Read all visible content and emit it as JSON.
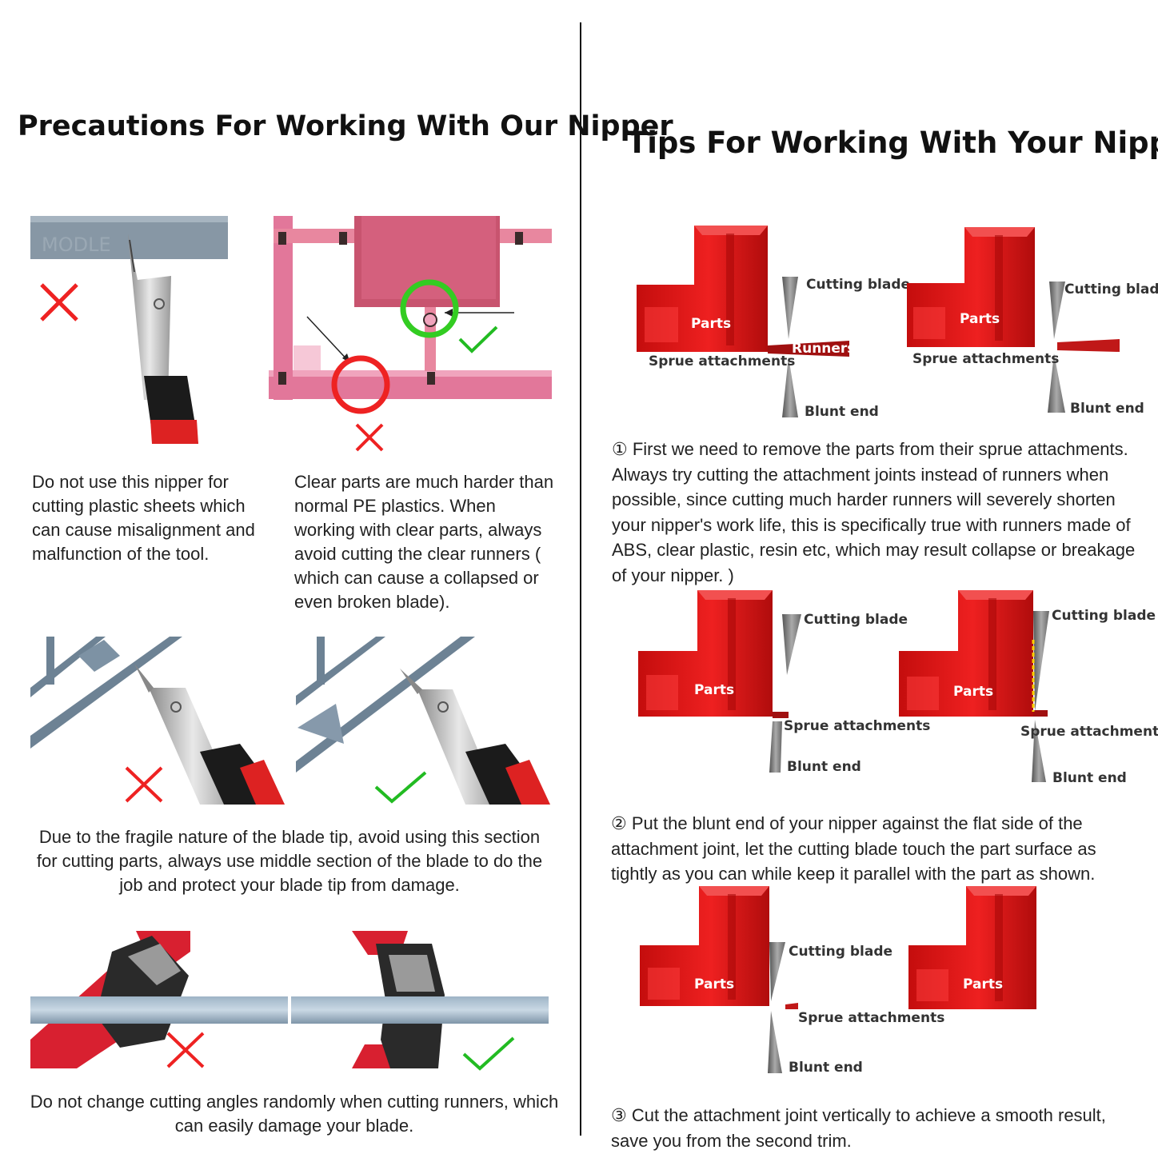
{
  "left": {
    "title": "Precautions For Working With Our Nipper",
    "plastic_sheet_text": "MODLE",
    "para_sheet": "Do not use this nipper for cutting plastic sheets which can cause misalignment and malfunction of the tool.",
    "para_clear": "Clear parts are much harder than normal PE plastics. When working with clear parts, always avoid cutting the clear runners ( which can cause a collapsed or even broken blade).",
    "para_tip": "Due to the fragile nature of the blade tip, avoid using this section for cutting parts, always use  middle section of the blade to do the job and protect your blade tip from damage.",
    "para_angle": "Do not change cutting angles randomly when cutting runners, which can easily damage your blade."
  },
  "right": {
    "title": "Tips For Working With Your Nipper",
    "labels": {
      "parts": "Parts",
      "cutting_blade": "Cutting blade",
      "sprue_attachments": "Sprue attachments",
      "runners": "Runners",
      "blunt_end": "Blunt end"
    },
    "step1": "① First we need to remove the parts from their sprue attachments. Always try cutting the attachment joints instead of runners when possible, since cutting much harder runners will severely shorten your nipper's work life, this is specifically true with runners made of ABS, clear  plastic, resin etc, which may result collapse or breakage of your nipper. )",
    "step2": "② Put the blunt end of your nipper against the flat side of the attachment joint, let the cutting blade touch the part surface as tightly as you can while keep it parallel with the part as shown.",
    "step3": "③ Cut the attachment joint vertically to achieve a smooth result, save you from the second trim."
  },
  "colors": {
    "red_part": "#e21a1a",
    "wrong_mark": "#ee2222",
    "right_mark": "#22bb22",
    "pink_sprue": "#e2779a",
    "grey_runner": "#6d8294"
  },
  "icons": [
    "cross-icon",
    "check-icon"
  ]
}
